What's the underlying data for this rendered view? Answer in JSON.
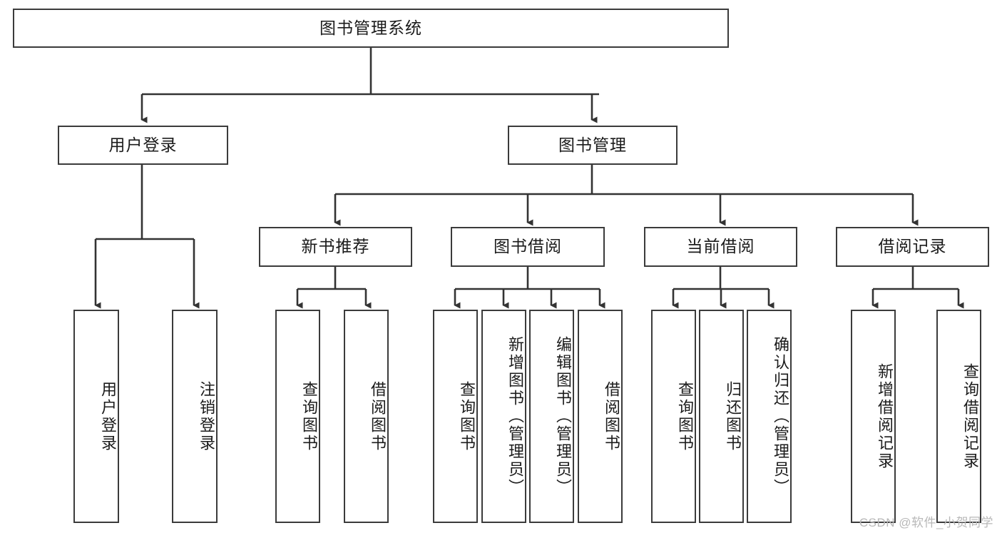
{
  "diagram": {
    "title": "图书管理系统",
    "type": "hierarchy-tree",
    "watermark": "CSDN @软件_小贺同学",
    "colors": {
      "background": "#ffffff",
      "box_border": "#3b3b3b",
      "box_fill": "#ffffff",
      "text": "#1b1b1b",
      "connector": "#333333",
      "watermark": "#b8b8b8"
    },
    "nodes": {
      "root": {
        "label": "图书管理系统",
        "orientation": "horizontal"
      },
      "level2": [
        {
          "id": "user-login",
          "label": "用户登录",
          "orientation": "horizontal"
        },
        {
          "id": "book-management",
          "label": "图书管理",
          "orientation": "horizontal"
        }
      ],
      "level3": [
        {
          "id": "new-book-recommend",
          "label": "新书推荐",
          "orientation": "horizontal"
        },
        {
          "id": "book-borrow",
          "label": "图书借阅",
          "orientation": "horizontal"
        },
        {
          "id": "current-borrow",
          "label": "当前借阅",
          "orientation": "horizontal"
        },
        {
          "id": "borrow-record",
          "label": "借阅记录",
          "orientation": "horizontal"
        }
      ],
      "leaves": {
        "user-login": [
          {
            "id": "leaf-user-login",
            "label": "用户登录"
          },
          {
            "id": "leaf-logout",
            "label": "注销登录"
          }
        ],
        "new-book-recommend": [
          {
            "id": "leaf-query-book-1",
            "label": "查询图书"
          },
          {
            "id": "leaf-borrow-book-1",
            "label": "借阅图书"
          }
        ],
        "book-borrow": [
          {
            "id": "leaf-query-book-2",
            "label": "查询图书"
          },
          {
            "id": "leaf-add-book-admin",
            "label": "新增图书（管理员）"
          },
          {
            "id": "leaf-edit-book-admin",
            "label": "编辑图书（管理员）"
          },
          {
            "id": "leaf-borrow-book-2",
            "label": "借阅图书"
          }
        ],
        "current-borrow": [
          {
            "id": "leaf-query-book-3",
            "label": "查询图书"
          },
          {
            "id": "leaf-return-book",
            "label": "归还图书"
          },
          {
            "id": "leaf-confirm-return-admin",
            "label": "确认归还（管理员）"
          }
        ],
        "borrow-record": [
          {
            "id": "leaf-add-borrow-record",
            "label": "新增借阅记录"
          },
          {
            "id": "leaf-query-borrow-record",
            "label": "查询借阅记录"
          }
        ]
      }
    }
  }
}
